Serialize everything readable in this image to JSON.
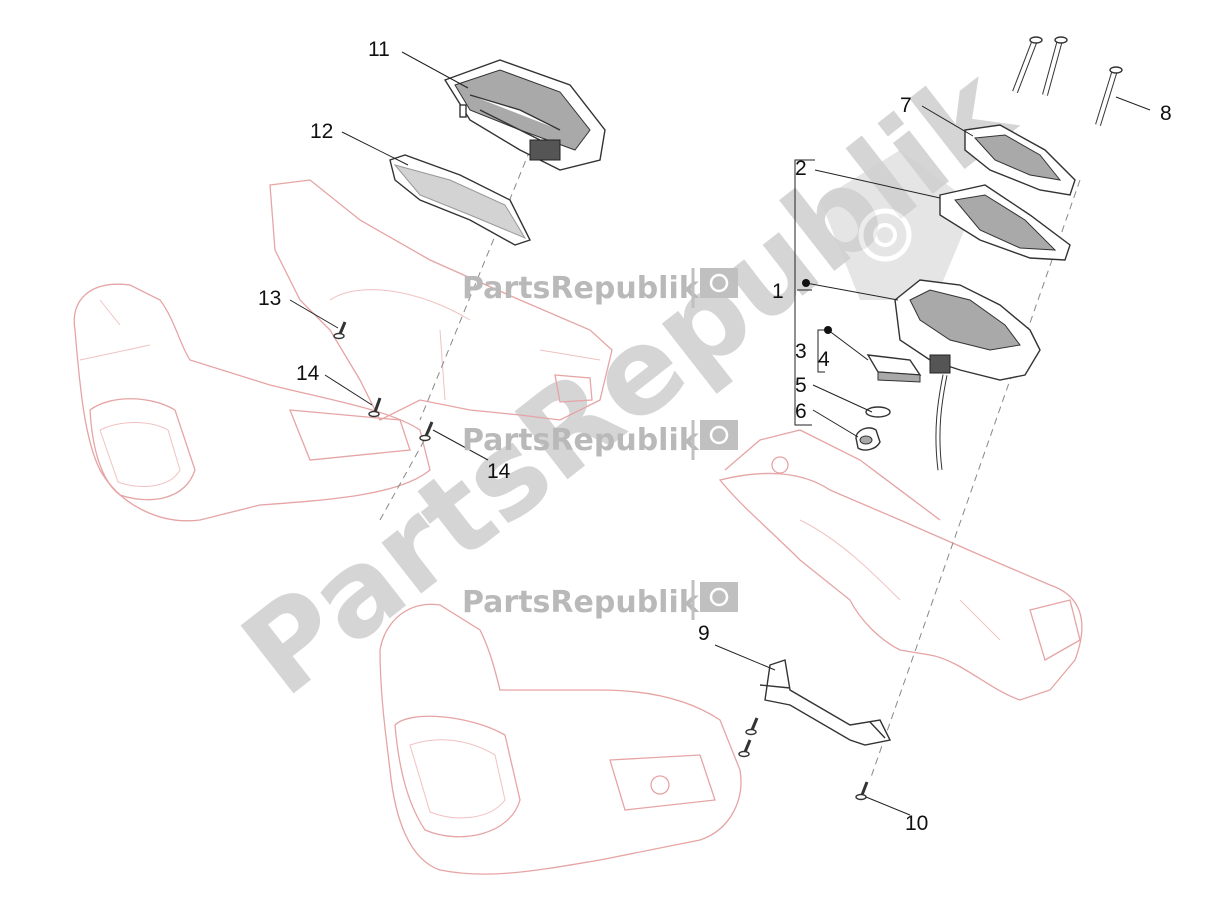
{
  "watermark": {
    "brand": "PartsRepublik",
    "colors": {
      "text": "#b9b9b9",
      "icon": "#c0c0c0"
    }
  },
  "callouts": {
    "c1": "1",
    "c2": "2",
    "c3": "3",
    "c4": "4",
    "c5": "5",
    "c6": "6",
    "c7": "7",
    "c8": "8",
    "c9": "9",
    "c10": "10",
    "c11": "11",
    "c12": "12",
    "c13": "13",
    "c14a": "14",
    "c14b": "14"
  },
  "colors": {
    "ghost_outline": "#e6a4a4",
    "part_stroke": "#333333",
    "label": "#111111"
  }
}
